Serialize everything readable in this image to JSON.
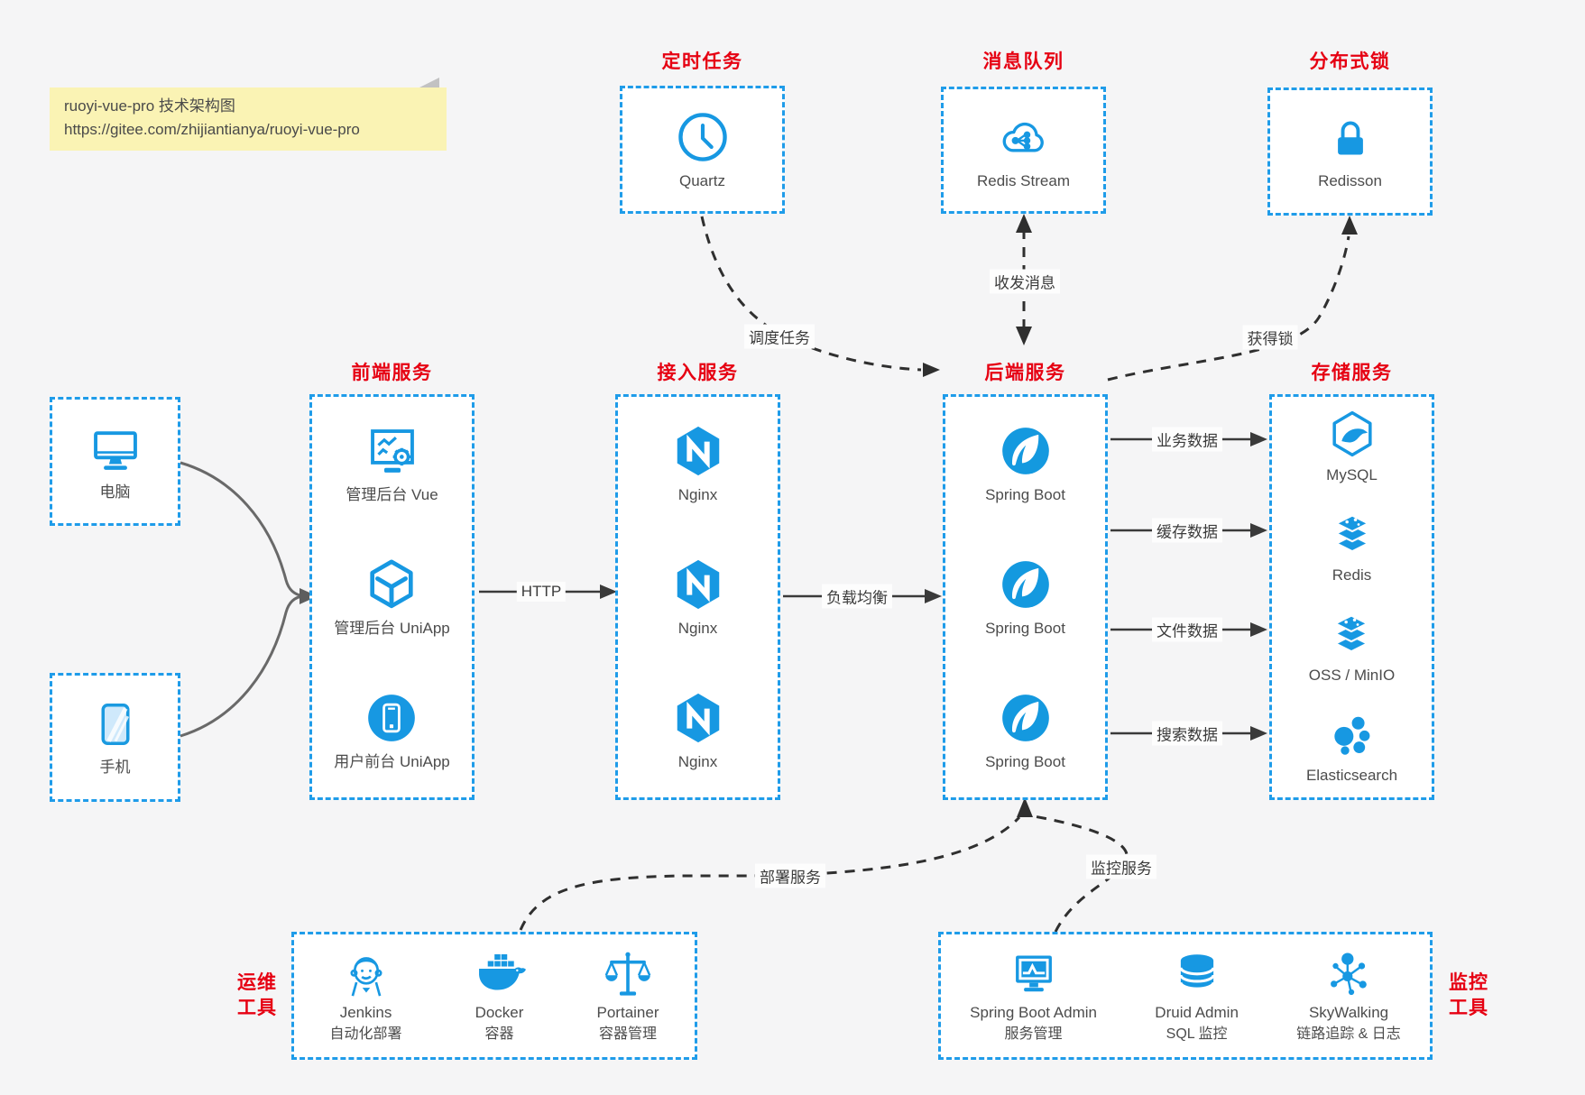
{
  "note": {
    "line1": "ruoyi-vue-pro 技术架构图",
    "line2": "https://gitee.com/zhijiantianya/ruoyi-vue-pro"
  },
  "colors": {
    "page_bg": "#f5f5f6",
    "box_bg": "#ffffff",
    "box_border_blue": "#1f9ce9",
    "icon_blue": "#1798e2",
    "title_red": "#e60012",
    "label_gray": "#4c4c4c",
    "arrow_dark": "#3a3a3a",
    "note_yellow": "#faf3b4"
  },
  "top_groups": [
    {
      "title": "定时任务",
      "icon": "clock-icon",
      "label": "Quartz"
    },
    {
      "title": "消息队列",
      "icon": "cloud-share-icon",
      "label": "Redis Stream"
    },
    {
      "title": "分布式锁",
      "icon": "lock-icon",
      "label": "Redisson"
    }
  ],
  "clients": [
    {
      "icon": "desktop-icon",
      "label": "电脑"
    },
    {
      "icon": "smartphone-icon",
      "label": "手机"
    }
  ],
  "service_groups": [
    {
      "title": "前端服务",
      "items": [
        {
          "icon": "admin-vue-icon",
          "label": "管理后台 Vue"
        },
        {
          "icon": "uniapp-cube-icon",
          "label": "管理后台 UniApp"
        },
        {
          "icon": "user-app-icon",
          "label": "用户前台 UniApp"
        }
      ]
    },
    {
      "title": "接入服务",
      "items": [
        {
          "icon": "nginx-icon",
          "label": "Nginx"
        },
        {
          "icon": "nginx-icon",
          "label": "Nginx"
        },
        {
          "icon": "nginx-icon",
          "label": "Nginx"
        }
      ]
    },
    {
      "title": "后端服务",
      "items": [
        {
          "icon": "spring-icon",
          "label": "Spring Boot"
        },
        {
          "icon": "spring-icon",
          "label": "Spring Boot"
        },
        {
          "icon": "spring-icon",
          "label": "Spring Boot"
        }
      ]
    },
    {
      "title": "存储服务",
      "items": [
        {
          "icon": "mysql-icon",
          "label": "MySQL"
        },
        {
          "icon": "redis-stack-icon",
          "label": "Redis"
        },
        {
          "icon": "storage-stack-icon",
          "label": "OSS / MinIO"
        },
        {
          "icon": "elasticsearch-icon",
          "label": "Elasticsearch"
        }
      ]
    }
  ],
  "bottom_groups": [
    {
      "side_line1": "运维",
      "side_line2": "工具",
      "items": [
        {
          "icon": "jenkins-icon",
          "label": "Jenkins",
          "sublabel": "自动化部署"
        },
        {
          "icon": "docker-icon",
          "label": "Docker",
          "sublabel": "容器"
        },
        {
          "icon": "portainer-icon",
          "label": "Portainer",
          "sublabel": "容器管理"
        }
      ]
    },
    {
      "side_line1": "监控",
      "side_line2": "工具",
      "items": [
        {
          "icon": "spring-boot-admin-icon",
          "label": "Spring Boot Admin",
          "sublabel": "服务管理"
        },
        {
          "icon": "druid-icon",
          "label": "Druid Admin",
          "sublabel": "SQL 监控"
        },
        {
          "icon": "skywalking-icon",
          "label": "SkyWalking",
          "sublabel": "链路追踪 & 日志"
        }
      ]
    }
  ],
  "edges": {
    "http": "HTTP",
    "load_balance": "负载均衡",
    "business_data": "业务数据",
    "cache_data": "缓存数据",
    "file_data": "文件数据",
    "search_data": "搜索数据",
    "schedule_task": "调度任务",
    "send_receive_message": "收发消息",
    "acquire_lock": "获得锁",
    "deploy_service": "部署服务",
    "monitor_service": "监控服务"
  }
}
